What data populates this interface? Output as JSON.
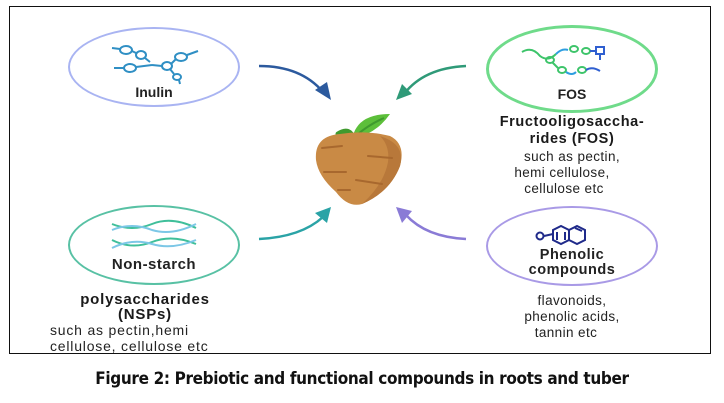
{
  "figure": {
    "caption": "Figure 2: Prebiotic and functional compounds in roots and tuber",
    "center": {
      "label": "tuber",
      "icon": "tuber-icon"
    },
    "nodes": [
      {
        "id": "inulin",
        "title": "Inulin",
        "icon": "inulin-molecule-icon",
        "color": "#a9b4f2",
        "arrow_color": "#2c5a9e"
      },
      {
        "id": "fos",
        "title": "FOS",
        "subtitle_lines": [
          "Fructooligosaccha-",
          "rides (FOS)"
        ],
        "detail_lines": [
          "such as pectin,",
          "hemi cellulose,",
          "cellulose etc"
        ],
        "icon": "fos-chain-icon",
        "color": "#6fdb8a",
        "arrow_color": "#2f9a78"
      },
      {
        "id": "nsp",
        "title": "Non-starch",
        "subtitle_lines": [
          "polysaccharides",
          "(NSPs)"
        ],
        "detail_lines": [
          "such as pectin,hemi",
          "cellulose, cellulose etc"
        ],
        "icon": "nsp-strands-icon",
        "color": "#58c1a4",
        "arrow_color": "#2aa3a6"
      },
      {
        "id": "phenolic",
        "title_lines": [
          "Phenolic",
          "compounds"
        ],
        "detail_lines": [
          "flavonoids,",
          "phenolic acids,",
          "tannin etc"
        ],
        "icon": "phenolic-ring-icon",
        "color": "#a99ae6",
        "arrow_color": "#8a7bd6"
      }
    ]
  }
}
